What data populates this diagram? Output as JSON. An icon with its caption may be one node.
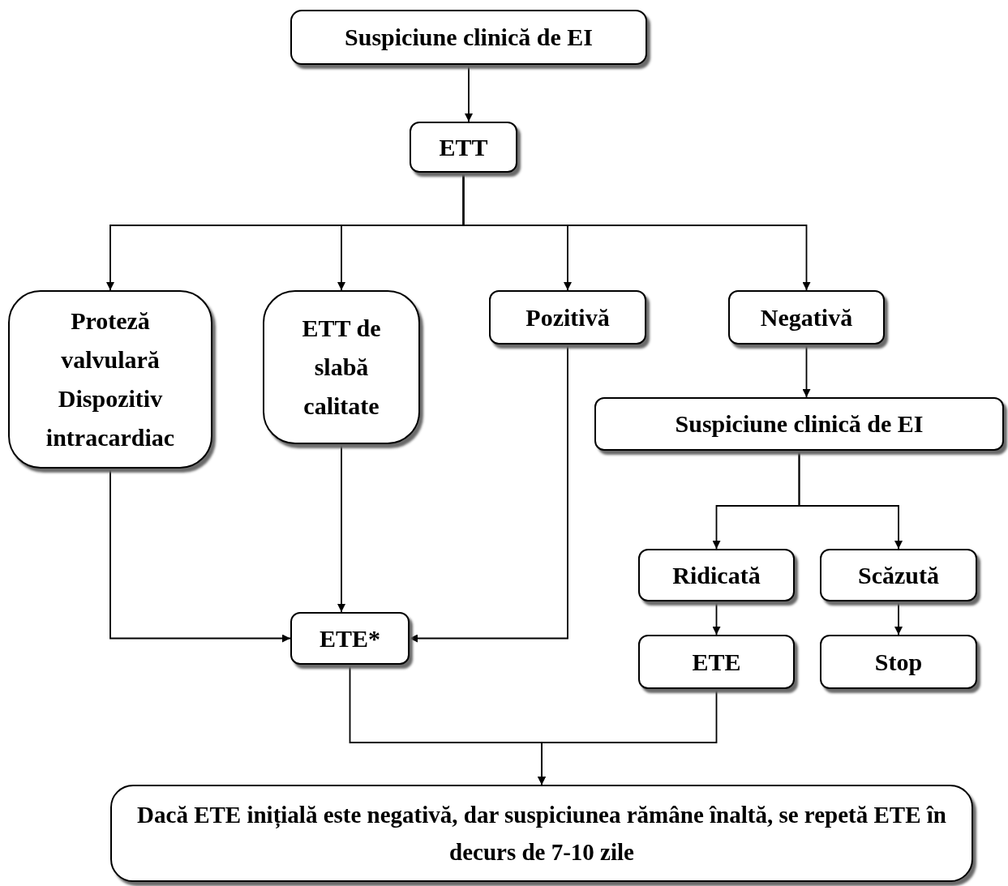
{
  "diagram": {
    "nodes": [
      {
        "text": [
          "Suspiciune clinică de EI"
        ]
      },
      {
        "text": [
          "ETT"
        ]
      },
      {
        "text": [
          "Proteză valvulară",
          "Dispozitiv intracardiac"
        ]
      },
      {
        "text": [
          "ETT de slabă calitate"
        ]
      },
      {
        "text": [
          "Pozitivă"
        ]
      },
      {
        "text": [
          "Negativă"
        ]
      },
      {
        "text": [
          "Suspiciune clinică de EI"
        ]
      },
      {
        "text": [
          "Ridicată"
        ]
      },
      {
        "text": [
          "Scăzută"
        ]
      },
      {
        "text": [
          "ETE"
        ]
      },
      {
        "text": [
          "Stop"
        ]
      },
      {
        "text": [
          "ETE*"
        ]
      },
      {
        "text": [
          "Dacă ETE inițială este negativă, dar suspiciunea rămâne înaltă, se repetă ETE în decurs de 7-10  zile"
        ]
      }
    ],
    "edges": [
      {
        "from": 0,
        "to": 1,
        "arrow": "to"
      },
      {
        "from": 1,
        "to": 2,
        "arrow": "to"
      },
      {
        "from": 1,
        "to": 3,
        "arrow": "to"
      },
      {
        "from": 1,
        "to": 4,
        "arrow": "to"
      },
      {
        "from": 1,
        "to": 5,
        "arrow": "to"
      },
      {
        "from": 5,
        "to": 6,
        "arrow": "to"
      },
      {
        "from": 6,
        "to": 7,
        "arrow": "to"
      },
      {
        "from": 6,
        "to": 8,
        "arrow": "to"
      },
      {
        "from": 7,
        "to": 9,
        "arrow": "to"
      },
      {
        "from": 8,
        "to": 10,
        "arrow": "to"
      },
      {
        "from": 2,
        "to": 11,
        "arrow": "to"
      },
      {
        "from": 3,
        "to": 11,
        "arrow": "to"
      },
      {
        "from": 4,
        "to": 11,
        "arrow": "to"
      },
      {
        "from": 11,
        "to": 12,
        "arrow": "to"
      },
      {
        "from": 9,
        "to": 12,
        "arrow": "to"
      }
    ]
  }
}
